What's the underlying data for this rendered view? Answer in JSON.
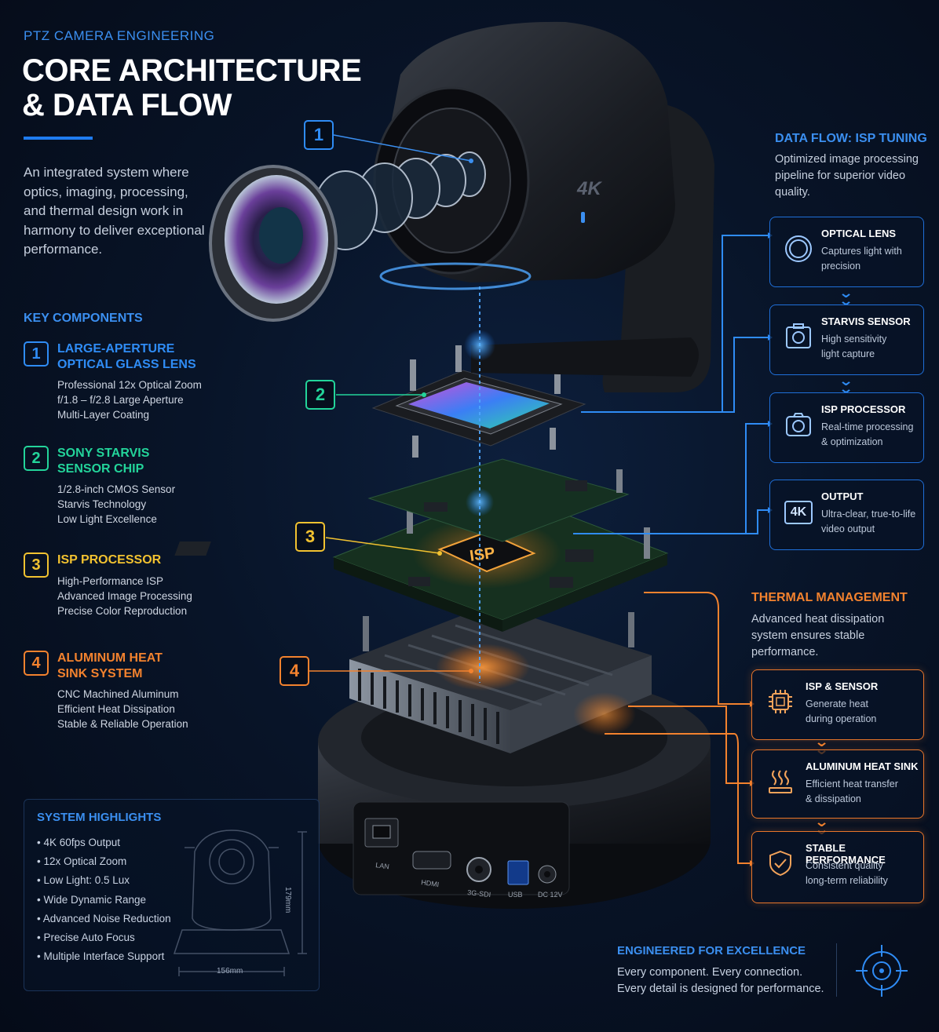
{
  "header": {
    "kicker": "PTZ CAMERA ENGINEERING",
    "title_line1": "CORE ARCHITECTURE",
    "title_line2": "& DATA FLOW",
    "intro": "An integrated system where optics, imaging, processing, and thermal design work in harmony to deliver exceptional performance."
  },
  "key_components": {
    "heading": "KEY COMPONENTS",
    "items": [
      {
        "num": "1",
        "title_line1": "LARGE-APERTURE",
        "title_line2": "OPTICAL GLASS LENS",
        "lines": [
          "Professional 12x Optical Zoom",
          "f/1.8 – f/2.8 Large Aperture",
          "Multi-Layer Coating"
        ],
        "color": "#2f8cf5"
      },
      {
        "num": "2",
        "title_line1": "SONY STARVIS",
        "title_line2": "SENSOR CHIP",
        "lines": [
          "1/2.8-inch CMOS Sensor",
          "Starvis Technology",
          "Low Light Excellence"
        ],
        "color": "#23d49a"
      },
      {
        "num": "3",
        "title_line1": "ISP PROCESSOR",
        "title_line2": "",
        "lines": [
          "High-Performance ISP",
          "Advanced Image Processing",
          "Precise Color Reproduction"
        ],
        "color": "#f2c230"
      },
      {
        "num": "4",
        "title_line1": "ALUMINUM HEAT",
        "title_line2": "SINK SYSTEM",
        "lines": [
          "CNC Machined Aluminum",
          "Efficient Heat Dissipation",
          "Stable & Reliable Operation"
        ],
        "color": "#f3822e"
      }
    ]
  },
  "highlights": {
    "heading": "SYSTEM HIGHLIGHTS",
    "items": [
      "4K 60fps Output",
      "12x Optical Zoom",
      "Low Light: 0.5 Lux",
      "Wide Dynamic Range",
      "Advanced Noise Reduction",
      "Precise Auto Focus",
      "Multiple Interface Support"
    ],
    "dim_width": "156mm",
    "dim_height": "179mm"
  },
  "data_flow": {
    "heading": "DATA FLOW: ISP TUNING",
    "desc": "Optimized image processing pipeline for superior video quality.",
    "cards": [
      {
        "title": "OPTICAL LENS",
        "line1": "Captures light with",
        "line2": "precision",
        "icon": "lens-icon"
      },
      {
        "title": "STARVIS SENSOR",
        "line1": "High sensitivity",
        "line2": "light capture",
        "icon": "sensor-icon"
      },
      {
        "title": "ISP PROCESSOR",
        "line1": "Real-time processing",
        "line2": "& optimization",
        "icon": "processor-icon"
      },
      {
        "title": "OUTPUT",
        "line1": "Ultra-clear, true-to-life",
        "line2": "video output",
        "icon": "4k-icon"
      }
    ],
    "icon_4k": "4K"
  },
  "thermal": {
    "heading": "THERMAL MANAGEMENT",
    "desc": "Advanced heat dissipation system ensures stable performance.",
    "cards": [
      {
        "title": "ISP & SENSOR",
        "line1": "Generate heat",
        "line2": "during operation",
        "icon": "chip-icon"
      },
      {
        "title": "ALUMINUM HEAT SINK",
        "line1": "Efficient heat transfer",
        "line2": "& dissipation",
        "icon": "heat-icon"
      },
      {
        "title": "STABLE PERFORMANCE",
        "line1": "Consistent quality",
        "line2": "long-term reliability",
        "icon": "shield-check-icon"
      }
    ]
  },
  "device": {
    "camera_badge": "4K",
    "isp_label": "ISP",
    "ports": [
      "LAN",
      "HDMI",
      "3G-SDI",
      "USB",
      "DC 12V"
    ]
  },
  "footer": {
    "heading": "ENGINEERED FOR EXCELLENCE",
    "line1": "Every component. Every connection.",
    "line2": "Every detail is designed for performance."
  },
  "colors": {
    "accent_blue": "#2f8cf5",
    "accent_green": "#23d49a",
    "accent_yellow": "#f2c230",
    "accent_orange": "#f3822e",
    "background": "#081428"
  }
}
